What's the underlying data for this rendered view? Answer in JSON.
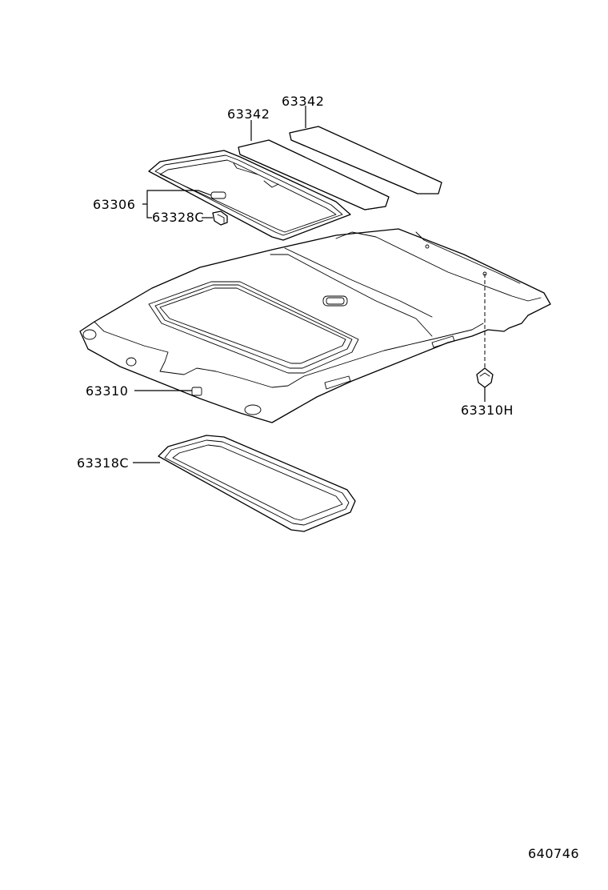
{
  "diagram": {
    "part_labels": {
      "p63342_a": "63342",
      "p63342_b": "63342",
      "p63306": "63306",
      "p63328c": "63328C",
      "p63310": "63310",
      "p63310h": "63310H",
      "p63318c": "63318C"
    },
    "figure_number": "640746"
  }
}
